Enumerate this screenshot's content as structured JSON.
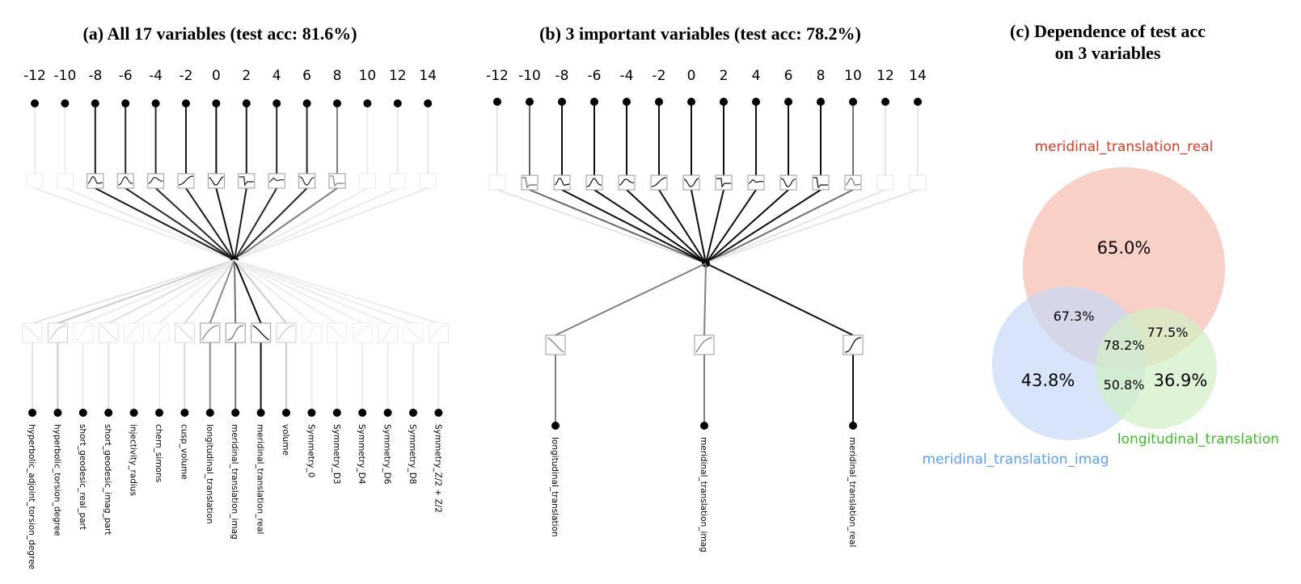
{
  "panel_a": {
    "title": "(a) All 17 variables (test acc: 81.6%)",
    "output_labels": [
      "-12",
      "-10",
      "-8",
      "-6",
      "-4",
      "-2",
      "0",
      "2",
      "4",
      "6",
      "8",
      "10",
      "12",
      "14"
    ],
    "output_shades": [
      0.92,
      0.92,
      0.1,
      0.15,
      0.15,
      0.1,
      0.05,
      0.1,
      0.15,
      0.15,
      0.5,
      0.92,
      0.92,
      0.92
    ],
    "input_labels": [
      "hyperbolic_adjoint_torsion_degree",
      "hyperbolic_torsion_degree",
      "short_geodesic_real_part",
      "short_geodesic_imag_part",
      "injectivity_radius",
      "chern_simons",
      "cusp_volume",
      "longitudinal_translation",
      "meridinal_translation_imag",
      "meridinal_translation_real",
      "volume",
      "Symmetry_0",
      "Symmetry_D3",
      "Symmetry_D4",
      "Symmetry_D6",
      "Symmetry_D8",
      "Symmetry_Z/2 + Z/2"
    ],
    "input_shades": [
      0.9,
      0.8,
      0.93,
      0.88,
      0.93,
      0.93,
      0.85,
      0.55,
      0.45,
      0.05,
      0.8,
      0.93,
      0.93,
      0.93,
      0.93,
      0.93,
      0.93
    ]
  },
  "panel_b": {
    "title": "(b) 3 important variables (test acc: 78.2%)",
    "output_labels": [
      "-12",
      "-10",
      "-8",
      "-6",
      "-4",
      "-2",
      "0",
      "2",
      "4",
      "6",
      "8",
      "10",
      "12",
      "14"
    ],
    "output_shades": [
      0.9,
      0.4,
      0.05,
      0.05,
      0.05,
      0.05,
      0.05,
      0.05,
      0.05,
      0.05,
      0.05,
      0.45,
      0.9,
      0.9
    ],
    "input_labels": [
      "longitudinal_translation",
      "meridinal_translation_imag",
      "meridinal_translation_real"
    ],
    "input_shades": [
      0.5,
      0.5,
      0.05
    ]
  },
  "panel_c": {
    "title_line1": "(c) Dependence of test acc",
    "title_line2": "on 3 variables",
    "sets": [
      {
        "name": "meridinal_translation_real",
        "color": "#f8c8bd",
        "label_color": "#e5391e",
        "value": "65.0%"
      },
      {
        "name": "meridinal_translation_imag",
        "color": "#c6d9f7",
        "label_color": "#5aa0f5",
        "value": "43.8%"
      },
      {
        "name": "longitudinal_translation",
        "color": "#d2f0c5",
        "label_color": "#3cbf23",
        "value": "36.9%"
      }
    ],
    "intersections": {
      "real_imag": "67.3%",
      "real_long": "77.5%",
      "imag_long": "50.8%",
      "all_three": "78.2%"
    }
  }
}
